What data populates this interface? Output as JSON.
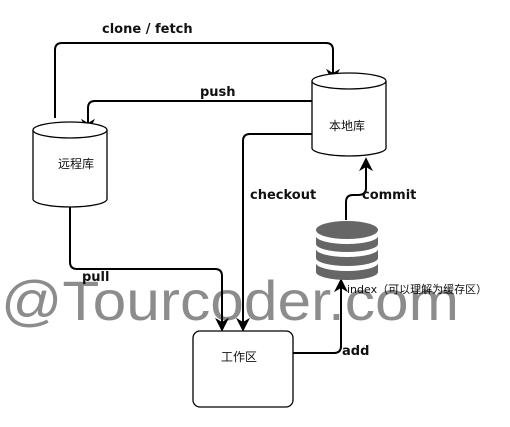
{
  "nodes": {
    "remote": "远程库",
    "local": "本地库",
    "workspace": "工作区",
    "index": "index（可以理解为缓存区）"
  },
  "edges": {
    "clone_fetch": "clone / fetch",
    "push": "push",
    "pull": "pull",
    "checkout": "checkout",
    "commit": "commit",
    "add": "add"
  },
  "watermark": "@Tourcoder.com",
  "colors": {
    "stroke": "#000000",
    "index_fill": "#666666"
  }
}
